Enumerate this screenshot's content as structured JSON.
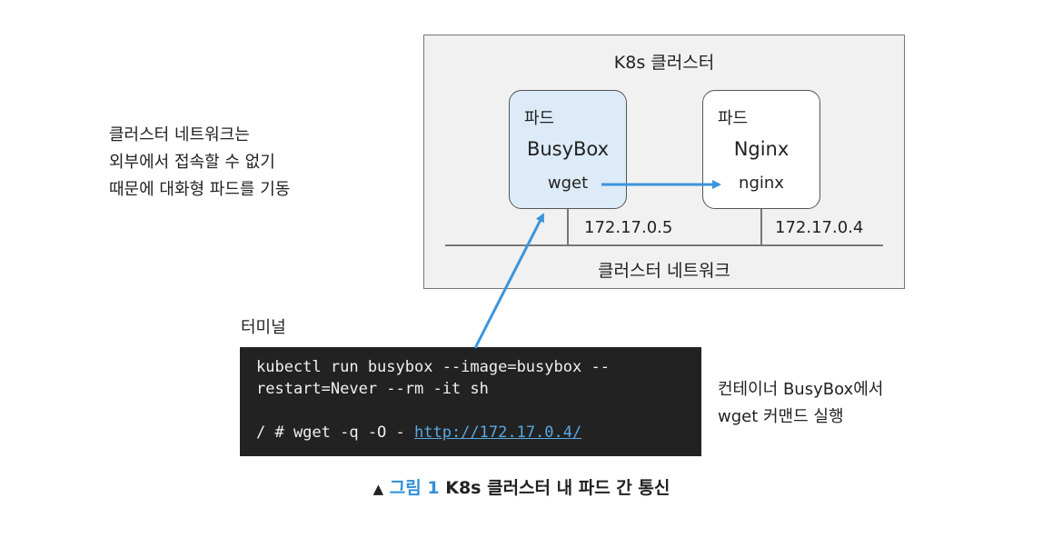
{
  "cluster": {
    "title": "K8s 클러스터",
    "network_label": "클러스터 네트워크"
  },
  "pods": [
    {
      "label": "파드",
      "name": "BusyBox",
      "process": "wget",
      "ip": "172.17.0.5"
    },
    {
      "label": "파드",
      "name": "Nginx",
      "process": "nginx",
      "ip": "172.17.0.4"
    }
  ],
  "left_note": [
    "클러스터 네트워크는",
    "외부에서 접속할 수 없기",
    "때문에 대화형 파드를 기동"
  ],
  "terminal": {
    "label": "터미널",
    "lines": [
      "kubectl run busybox --image=busybox --",
      "restart=Never --rm -it sh",
      ""
    ],
    "prompt": "/ # wget -q -O - ",
    "url": "http://172.17.0.4/"
  },
  "right_note": [
    "컨테이너 BusyBox에서",
    "wget 커맨드 실행"
  ],
  "caption": {
    "marker": "▲",
    "figure": "그림 1",
    "text": "K8s 클러스터 내 파드 간 통신"
  },
  "colors": {
    "arrow": "#3b95dd",
    "busybox_pod_fill": "#dcebf7",
    "cluster_fill": "#f1f1f1",
    "terminal_bg": "#222222",
    "caption_highlight": "#2f8fd8"
  }
}
